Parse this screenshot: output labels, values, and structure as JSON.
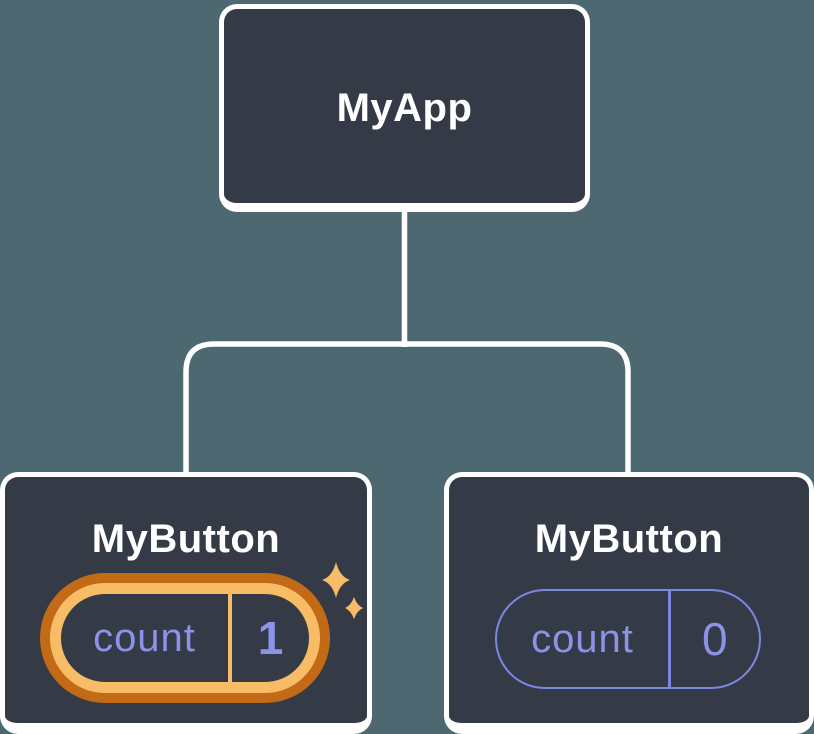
{
  "tree": {
    "root": {
      "label": "MyApp"
    },
    "children": [
      {
        "label": "MyButton",
        "state": {
          "key": "count",
          "value": "1"
        },
        "highlighted": true
      },
      {
        "label": "MyButton",
        "state": {
          "key": "count",
          "value": "0"
        },
        "highlighted": false
      }
    ]
  },
  "icons": {
    "sparkles": "sparkles-icon"
  },
  "colors": {
    "background": "#4D6870",
    "card": "#353B46",
    "outline": "#FFFFFF",
    "connector": "#FFFFFF",
    "text_primary": "#FFFFFF",
    "state_text": "#8B92E8",
    "pill_border": "#7C86E5",
    "highlight_outer": "#C26A15",
    "highlight_inner": "#F8BC66",
    "sparkle": "#F8BC66"
  }
}
